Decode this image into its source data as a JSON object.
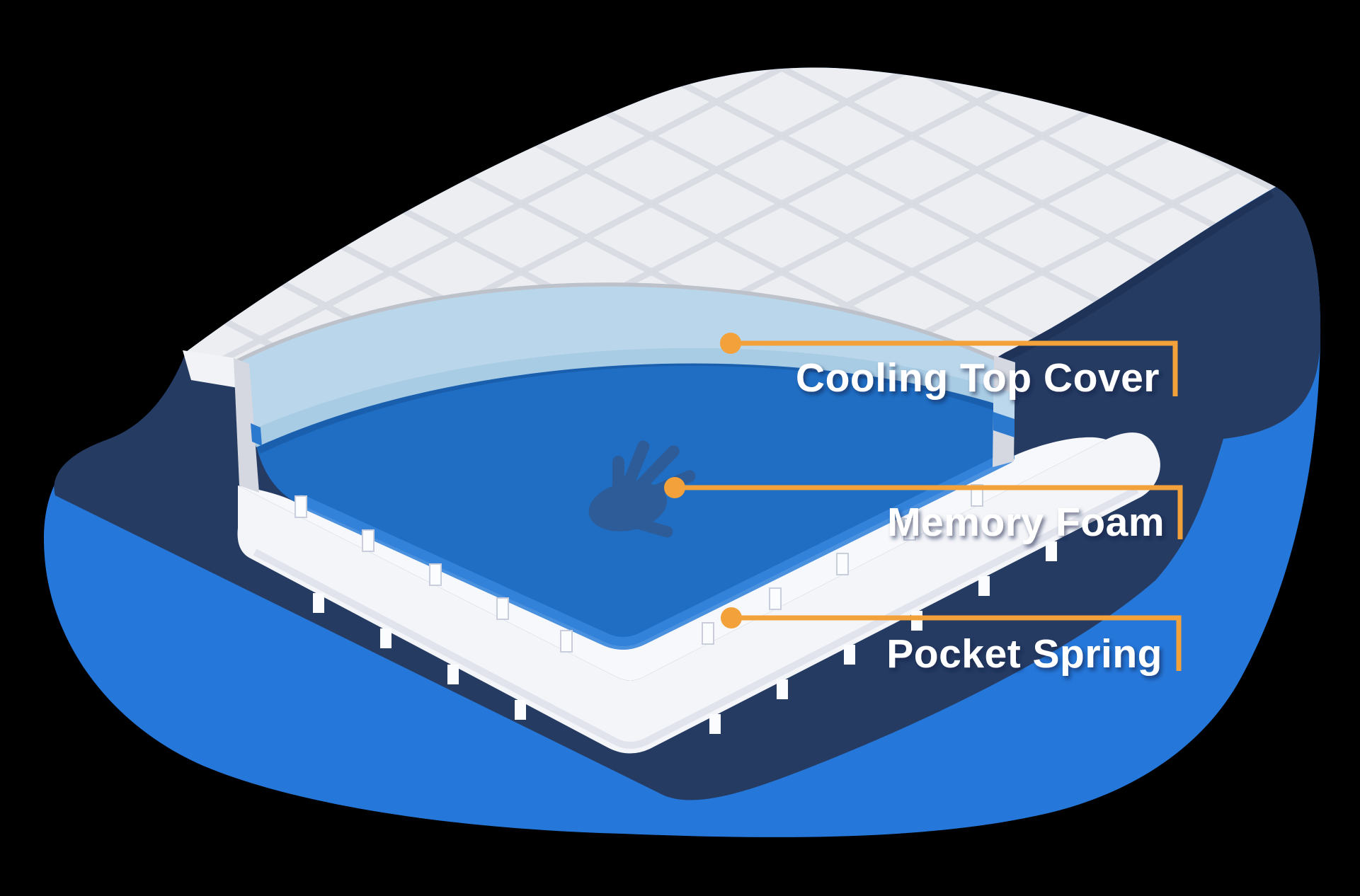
{
  "diagram": {
    "subject": "mattress-layers-cutaway",
    "labels": {
      "cooling_top_cover": "Cooling Top Cover",
      "memory_foam": "Memory Foam",
      "pocket_spring": "Pocket Spring"
    },
    "icons": {
      "hand": "hand-imprint"
    },
    "colors": {
      "background": "#000000",
      "blob_blue": "#2577D9",
      "navy": "#253B62",
      "navy_shadow_line": "#1B2E52",
      "quilt_bg": "#EDEEF2",
      "quilt_line": "#DADCE4",
      "cover_cut_edge": "#BDC1CA",
      "cover_corner_face": "#F2F3F6",
      "cooling_top": "#BAD6EB",
      "cooling_face": "#A8CCE4",
      "foam": "#1F6EC3",
      "foam_edge": "#3584DB",
      "foam_shadow": "#16539B",
      "hand": "#2D5C98",
      "slab": "#F4F5F9",
      "slab_shade": "#DCDFEA",
      "notch": "#FBFCFE",
      "notch_shadow": "#C9CEDD",
      "cut_face": "#D5D8E0",
      "cut_stripe_light": "#BCD8EC",
      "cut_stripe_blue": "#2B79CE",
      "connector": "#F3A23B",
      "label_text": "#FFFFFF"
    }
  }
}
